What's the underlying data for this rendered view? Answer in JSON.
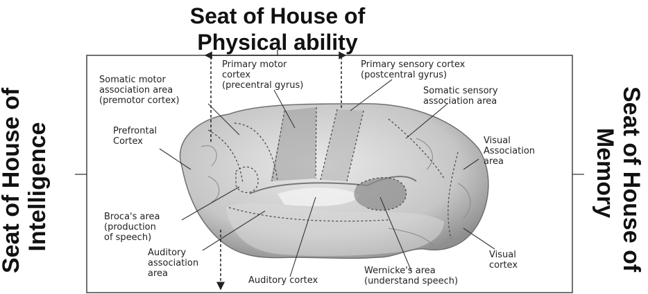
{
  "titles": {
    "top": "Seat of House of\nPhysical ability",
    "left": "Seat of House of\nIntelligence",
    "right": "Seat of House of\nMemory"
  },
  "labels": {
    "somatic_motor": "Somatic motor\nassociation area\n(premotor cortex)",
    "primary_motor": "Primary motor\ncortex\n(precentral gyrus)",
    "primary_sensory": "Primary sensory cortex\n(postcentral gyrus)",
    "somatic_sensory": "Somatic sensory\nassociation area",
    "prefrontal": "Prefrontal\nCortex",
    "visual_association": "Visual\nAssociation\narea",
    "broca": "Broca's area\n(production\nof speech)",
    "auditory_association": "Auditory\nassociation\narea",
    "auditory_cortex": "Auditory cortex",
    "wernicke": "Wernicke's area\n(understand speech)",
    "visual_cortex": "Visual\ncortex"
  }
}
